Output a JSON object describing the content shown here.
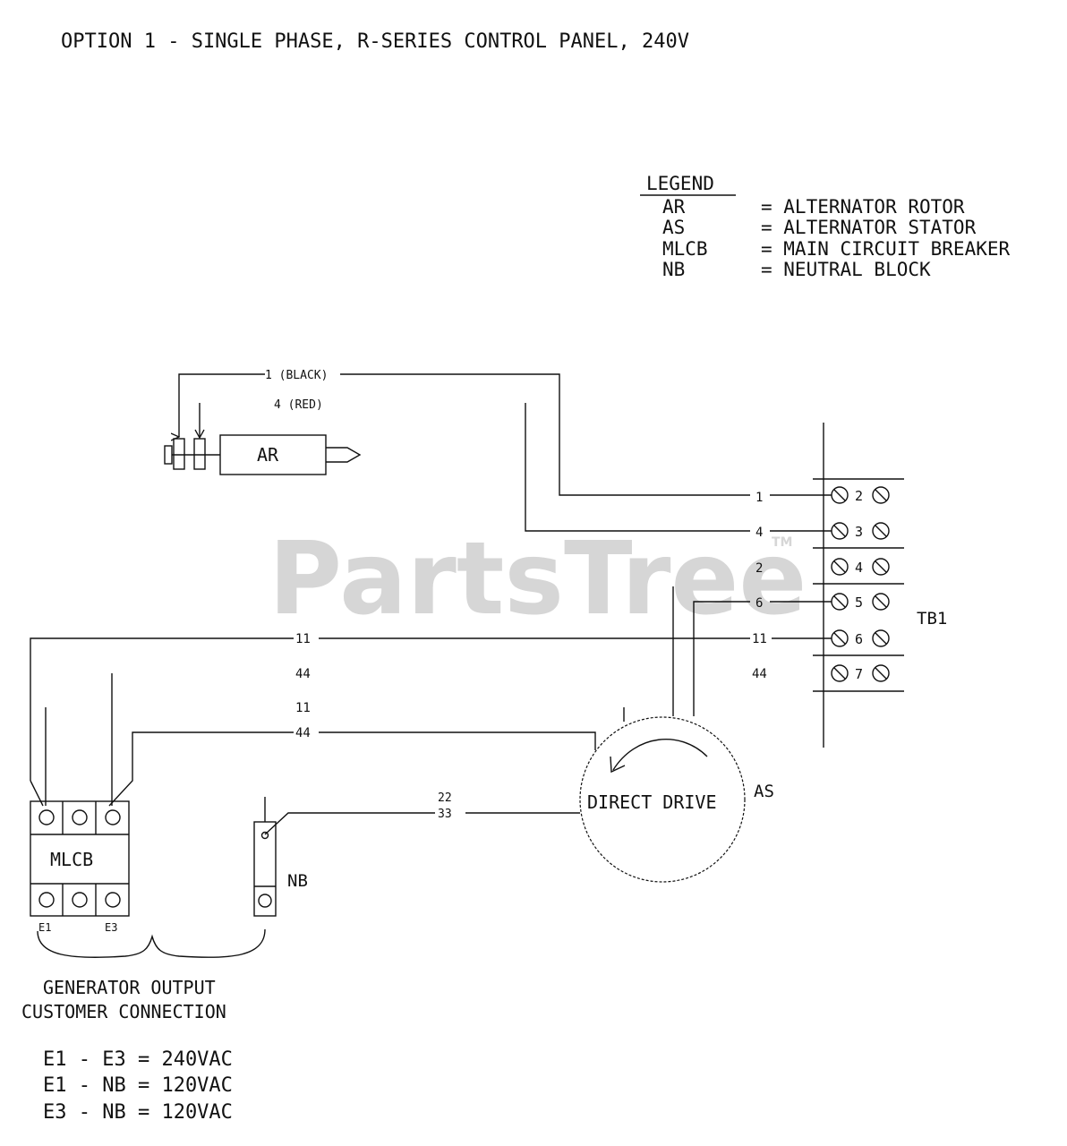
{
  "title": "OPTION 1 - SINGLE PHASE, R-SERIES CONTROL PANEL, 240V",
  "watermark": {
    "text": "PartsTree",
    "tm": "TM"
  },
  "legend": {
    "heading": "LEGEND",
    "items": [
      {
        "code": "AR",
        "desc": "= ALTERNATOR ROTOR"
      },
      {
        "code": "AS",
        "desc": "= ALTERNATOR STATOR"
      },
      {
        "code": "MLCB",
        "desc": "= MAIN CIRCUIT BREAKER"
      },
      {
        "code": "NB",
        "desc": "= NEUTRAL BLOCK"
      }
    ]
  },
  "components": {
    "ar": "AR",
    "as": "AS",
    "stator_inner": "DIRECT DRIVE",
    "mlcb": "MLCB",
    "nb": "NB",
    "tb": "TB1",
    "e1": "E1",
    "e3": "E3"
  },
  "terminal_numbers": [
    "2",
    "3",
    "4",
    "5",
    "6",
    "7"
  ],
  "wires": {
    "w1_black": "1 (BLACK)",
    "w4_red": "4 (RED)",
    "tb_1": "1",
    "tb_4": "4",
    "tb_2": "2",
    "tb_6": "6",
    "tb_11": "11",
    "tb_44": "44",
    "mid_11a": "11",
    "mid_44a": "44",
    "mid_11b": "11",
    "mid_44b": "44",
    "w22": "22",
    "w33": "33"
  },
  "output": {
    "line1": "GENERATOR OUTPUT",
    "line2": "CUSTOMER CONNECTION",
    "eq1": "E1 - E3 = 240VAC",
    "eq2": "E1 - NB = 120VAC",
    "eq3": "E3 - NB = 120VAC"
  }
}
